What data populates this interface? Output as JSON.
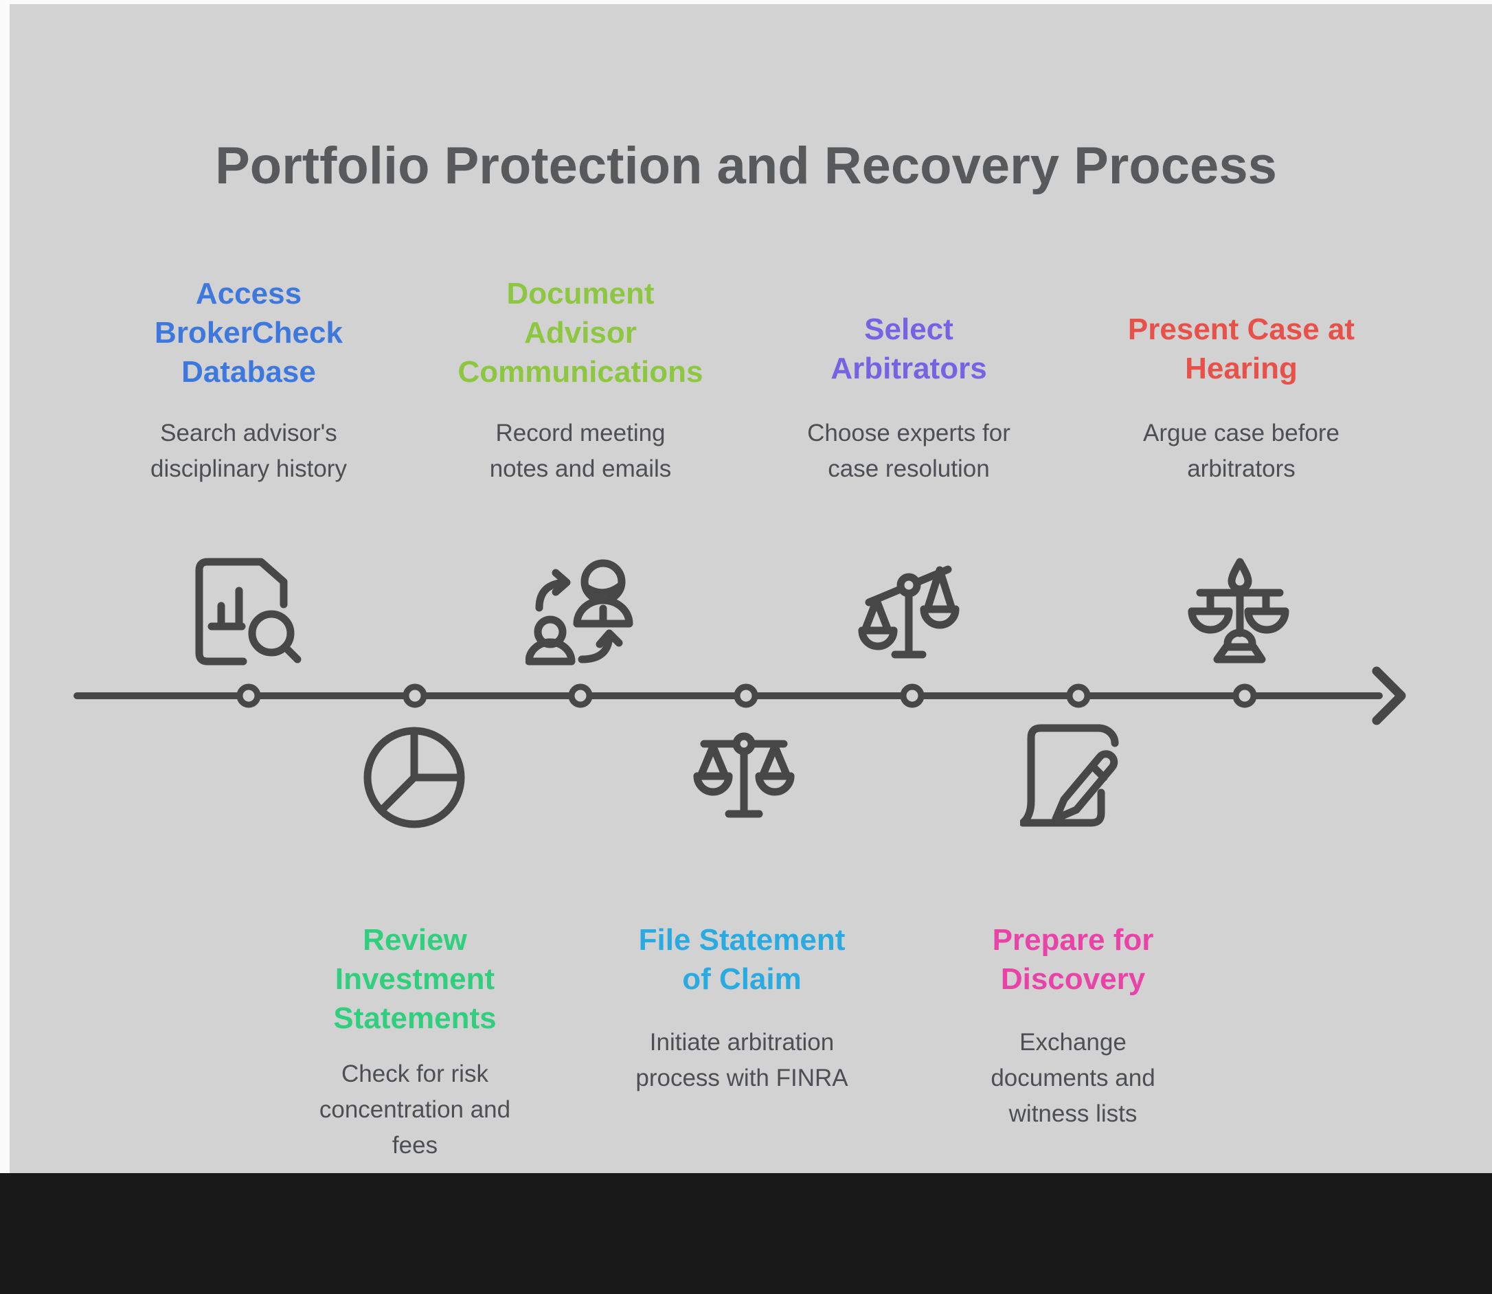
{
  "title": "Portfolio Protection and Recovery Process",
  "colors": {
    "background": "#d2d2d3",
    "page": "#fbfbfb",
    "letterbox": "#191919",
    "title_text": "#58595b",
    "body_text": "#4d4f52",
    "line_and_icons": "#474747"
  },
  "timeline": {
    "node_count": 7,
    "direction": "left-to-right"
  },
  "steps": [
    {
      "name": "access-brokercheck-database",
      "row": "top",
      "title": "Access BrokerCheck Database",
      "title_lines": [
        "Access",
        "BrokerCheck",
        "Database"
      ],
      "description": "Search advisor's disciplinary history",
      "desc_lines": [
        "Search advisor's",
        "disciplinary history"
      ],
      "color": "#3c78de",
      "icon": "document-search"
    },
    {
      "name": "review-investment-statements",
      "row": "bottom",
      "title": "Review Investment Statements",
      "title_lines": [
        "Review",
        "Investment",
        "Statements"
      ],
      "description": "Check for risk concentration and fees",
      "desc_lines": [
        "Check for risk",
        "concentration and",
        "fees"
      ],
      "color": "#30cf7d",
      "icon": "pie-chart"
    },
    {
      "name": "document-advisor-communications",
      "row": "top",
      "title": "Document Advisor Communications",
      "title_lines": [
        "Document",
        "Advisor",
        "Communications"
      ],
      "description": "Record meeting notes and emails",
      "desc_lines": [
        "Record meeting",
        "notes and emails"
      ],
      "color": "#8dc63f",
      "icon": "people-exchange"
    },
    {
      "name": "file-statement-of-claim",
      "row": "bottom",
      "title": "File Statement of Claim",
      "title_lines": [
        "File Statement",
        "of Claim"
      ],
      "description": "Initiate arbitration process with FINRA",
      "desc_lines": [
        "Initiate arbitration",
        "process with FINRA"
      ],
      "color": "#29abe2",
      "icon": "scales-balanced"
    },
    {
      "name": "select-arbitrators",
      "row": "top",
      "title": "Select Arbitrators",
      "title_lines": [
        "Select",
        "Arbitrators"
      ],
      "description": "Choose experts for case resolution",
      "desc_lines": [
        "Choose experts for",
        "case resolution"
      ],
      "color": "#7663e3",
      "icon": "scales-tilted"
    },
    {
      "name": "prepare-for-discovery",
      "row": "bottom",
      "title": "Prepare for Discovery",
      "title_lines": [
        "Prepare for",
        "Discovery"
      ],
      "description": "Exchange documents and witness lists",
      "desc_lines": [
        "Exchange",
        "documents and",
        "witness lists"
      ],
      "color": "#ea43a8",
      "icon": "document-pencil"
    },
    {
      "name": "present-case-at-hearing",
      "row": "top",
      "title": "Present Case at Hearing",
      "title_lines": [
        "Present Case at",
        "Hearing"
      ],
      "description": "Argue case before arbitrators",
      "desc_lines": [
        "Argue case before",
        "arbitrators"
      ],
      "color": "#e85149",
      "icon": "scales-ornate"
    }
  ]
}
